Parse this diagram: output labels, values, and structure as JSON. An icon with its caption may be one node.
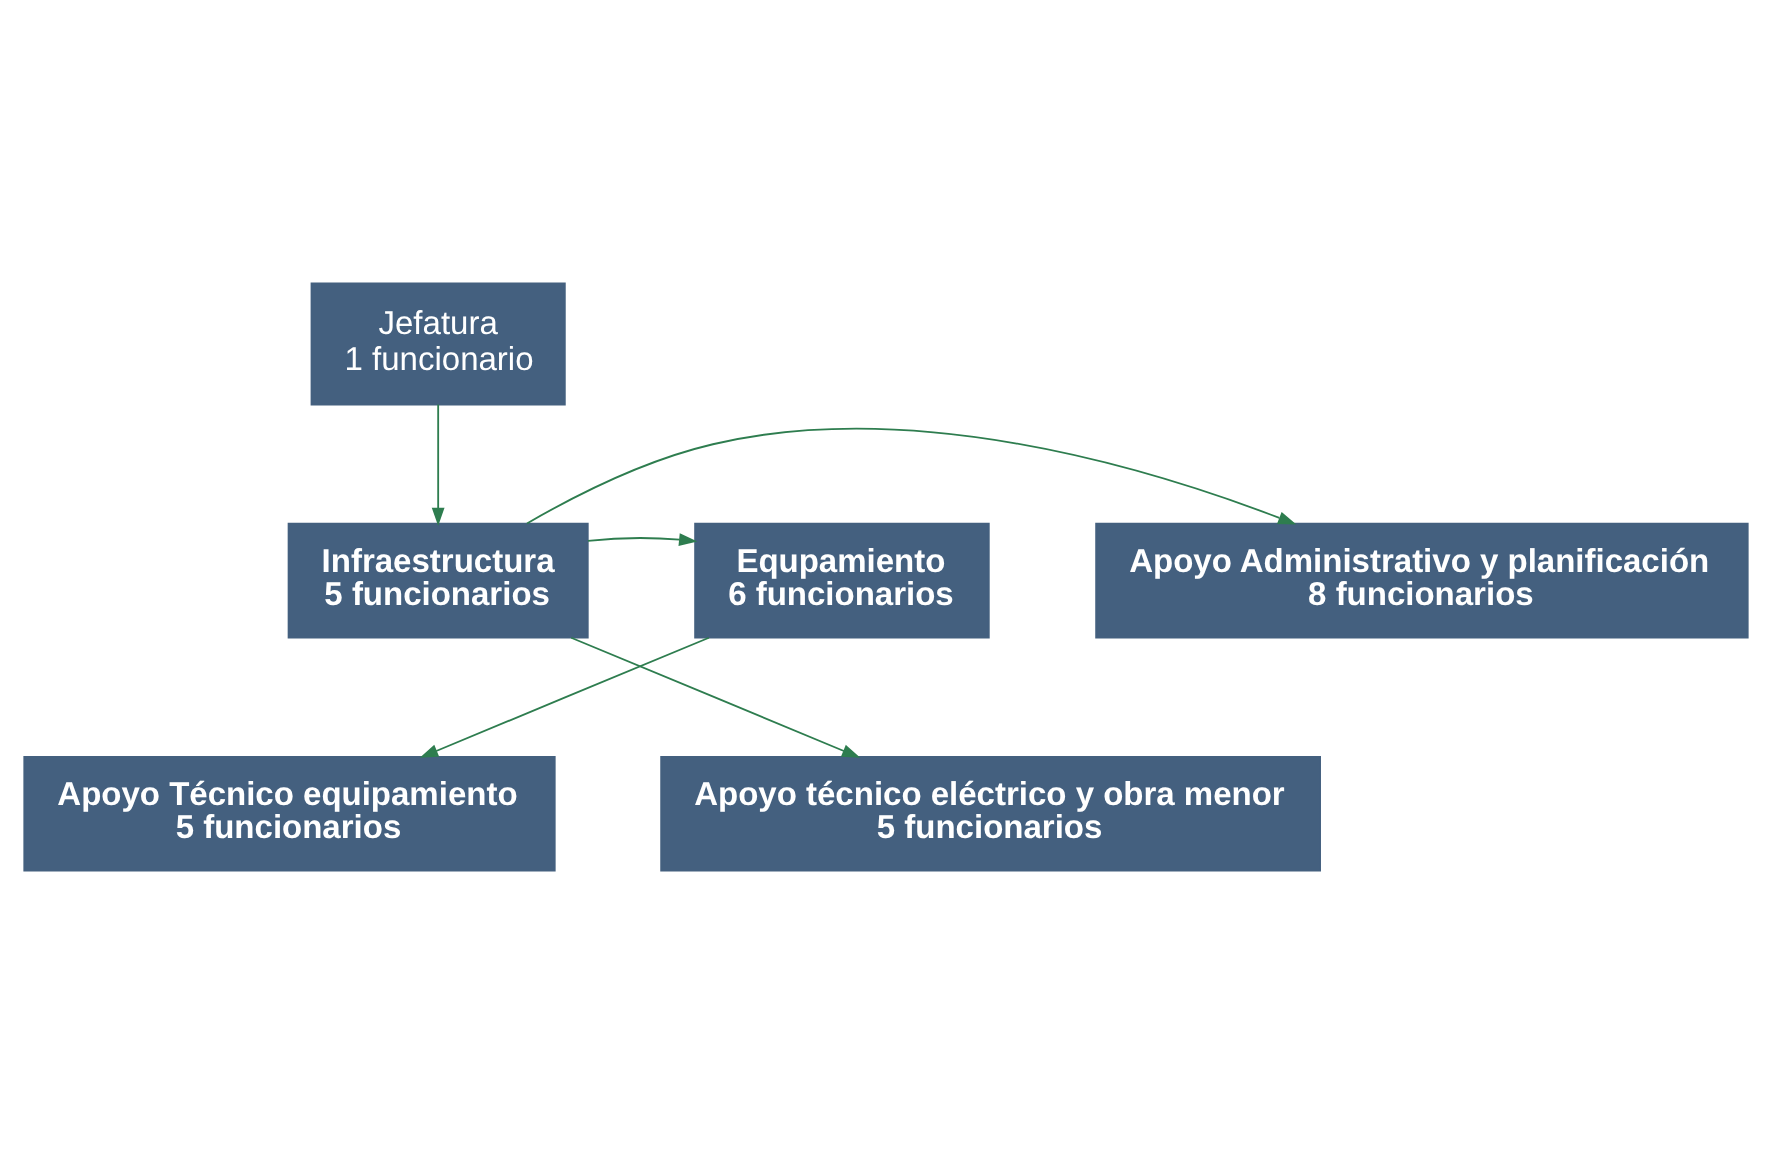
{
  "diagram": {
    "nodes": [
      {
        "text": [
          "Jefatura",
          "1 funcionario"
        ]
      },
      {
        "text": [
          "Infraestructura",
          "5 funcionarios"
        ]
      },
      {
        "text": [
          "Equpamiento",
          "6 funcionarios"
        ]
      },
      {
        "text": [
          "Apoyo Administrativo y planificación",
          "8 funcionarios"
        ]
      },
      {
        "text": [
          "Apoyo Técnico equipamiento",
          "5 funcionarios"
        ]
      },
      {
        "text": [
          "Apoyo técnico eléctrico y obra menor",
          "5 funcionarios"
        ]
      }
    ],
    "edges": [
      {
        "from": 0,
        "to": 1,
        "arrow": "to"
      },
      {
        "from": 1,
        "to": 2,
        "arrow": "to"
      },
      {
        "from": 1,
        "to": 3,
        "arrow": "to"
      },
      {
        "from": 2,
        "to": 4,
        "arrow": "to"
      },
      {
        "from": 1,
        "to": 5,
        "arrow": "to"
      }
    ]
  }
}
